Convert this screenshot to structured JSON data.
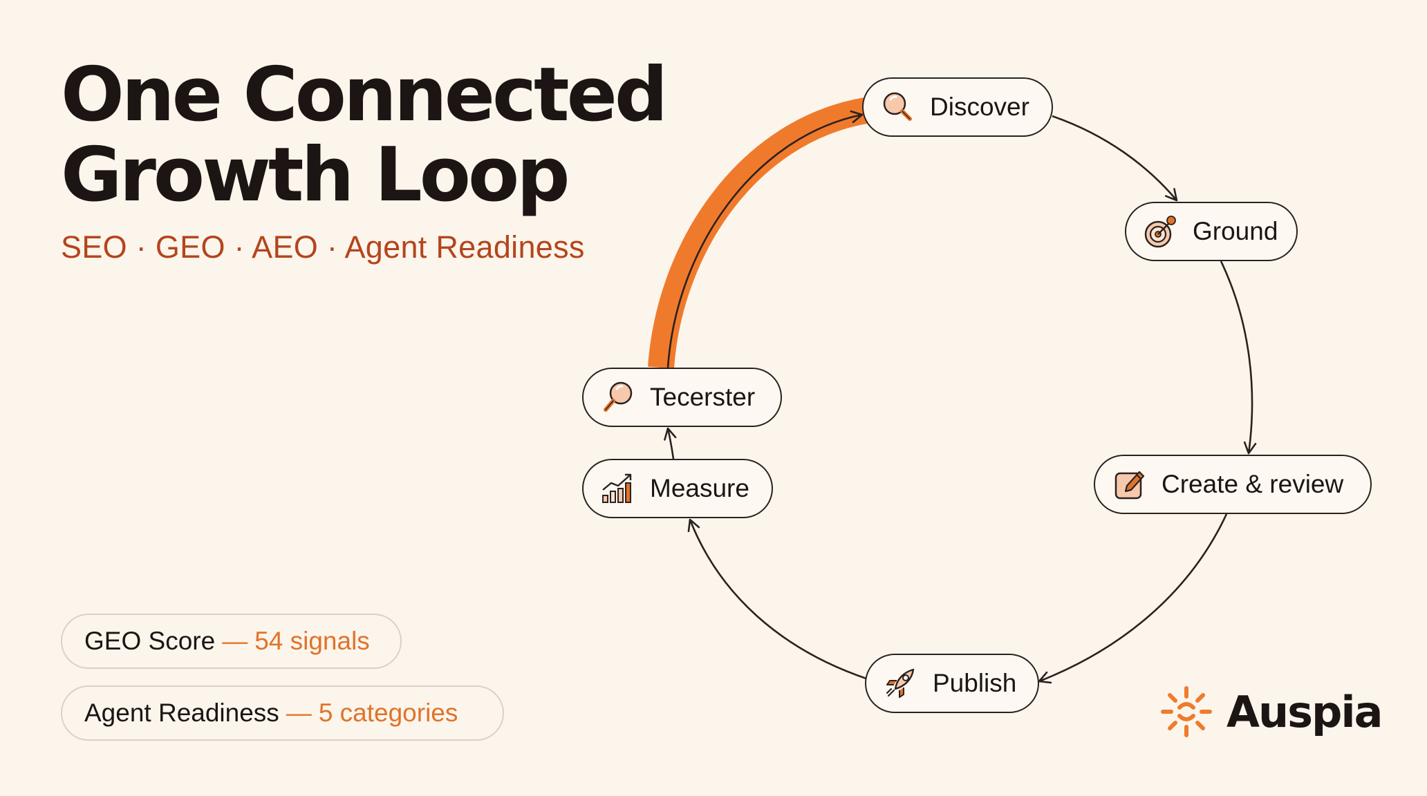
{
  "header": {
    "title_line1": "One Connected",
    "title_line2": "Growth Loop",
    "subtitle": "SEO · GEO · AEO · Agent Readiness"
  },
  "stats": [
    {
      "label": "GEO Score",
      "separator": "—",
      "value": "54 signals"
    },
    {
      "label": "Agent Readiness",
      "separator": "—",
      "value": "5 categories"
    }
  ],
  "loop": {
    "nodes": [
      {
        "label": "Discover",
        "icon": "magnifier-icon"
      },
      {
        "label": "Ground",
        "icon": "target-icon"
      },
      {
        "label": "Create & review",
        "icon": "edit-icon"
      },
      {
        "label": "Publish",
        "icon": "rocket-icon"
      },
      {
        "label": "Measure",
        "icon": "chart-icon"
      },
      {
        "label": "Tecerster",
        "icon": "magnifier-icon"
      }
    ],
    "highlight_color": "#f07a2c"
  },
  "brand": {
    "name": "Auspia",
    "color": "#ef7b2d"
  },
  "colors": {
    "background": "#fbf5ec",
    "accent": "#e0732a",
    "subtitle": "#b4451c",
    "text": "#1c1514"
  }
}
